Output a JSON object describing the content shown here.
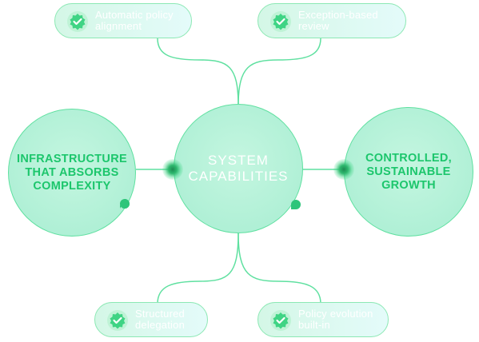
{
  "center": {
    "text": "SYSTEM\nCAPABILITIES"
  },
  "left": {
    "text": "INFRASTRUCTURE\nTHAT ABSORBS\nCOMPLEXITY"
  },
  "right": {
    "text": "CONTROLLED,\nSUSTAINABLE\nGROWTH"
  },
  "nodes": {
    "top_left": {
      "text": "Automatic policy\nalignment",
      "icon": "check-badge-icon"
    },
    "top_right": {
      "text": "Exception-based\nreview",
      "icon": "check-badge-icon"
    },
    "bottom_left": {
      "text": "Structured\ndelegation",
      "icon": "check-badge-icon"
    },
    "bottom_right": {
      "text": "Policy evolution\nbuilt-in",
      "icon": "check-badge-icon"
    }
  },
  "colors": {
    "accent": "#1cc66c",
    "line": "#5fe0a0",
    "circle_fill": "#b0f0d6",
    "pill_fill": "#d4f7e6"
  }
}
